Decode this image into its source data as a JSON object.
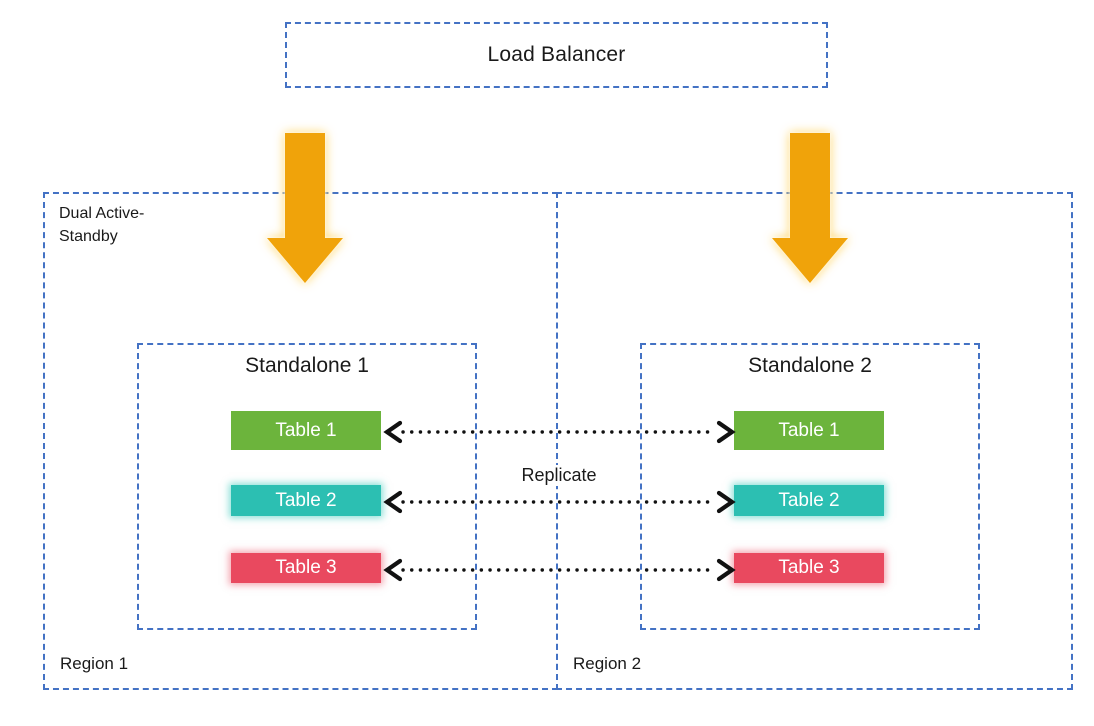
{
  "load_balancer": {
    "label": "Load Balancer"
  },
  "deployment_label": "Dual Active-Standby",
  "replicate_label": "Replicate",
  "regions": [
    {
      "label": "Region 1",
      "standalone": {
        "title": "Standalone 1",
        "tables": [
          {
            "label": "Table 1",
            "color": "#6CB43C"
          },
          {
            "label": "Table 2",
            "color": "#2CBFB2"
          },
          {
            "label": "Table 3",
            "color": "#E9495F"
          }
        ]
      }
    },
    {
      "label": "Region 2",
      "standalone": {
        "title": "Standalone 2",
        "tables": [
          {
            "label": "Table 1",
            "color": "#6CB43C"
          },
          {
            "label": "Table 2",
            "color": "#2CBFB2"
          },
          {
            "label": "Table 3",
            "color": "#E9495F"
          }
        ]
      }
    }
  ],
  "colors": {
    "dashed_border_blue": "#4472C4",
    "flow_arrow_orange": "#F0A30A",
    "flow_arrow_glow": "#FFD25A",
    "table_green": "#6CB43C",
    "table_teal": "#2CBFB2",
    "table_red": "#E9495F",
    "replicate_arrow_black": "#111111",
    "text": "#1A1A1A",
    "background": "#FFFFFF"
  }
}
